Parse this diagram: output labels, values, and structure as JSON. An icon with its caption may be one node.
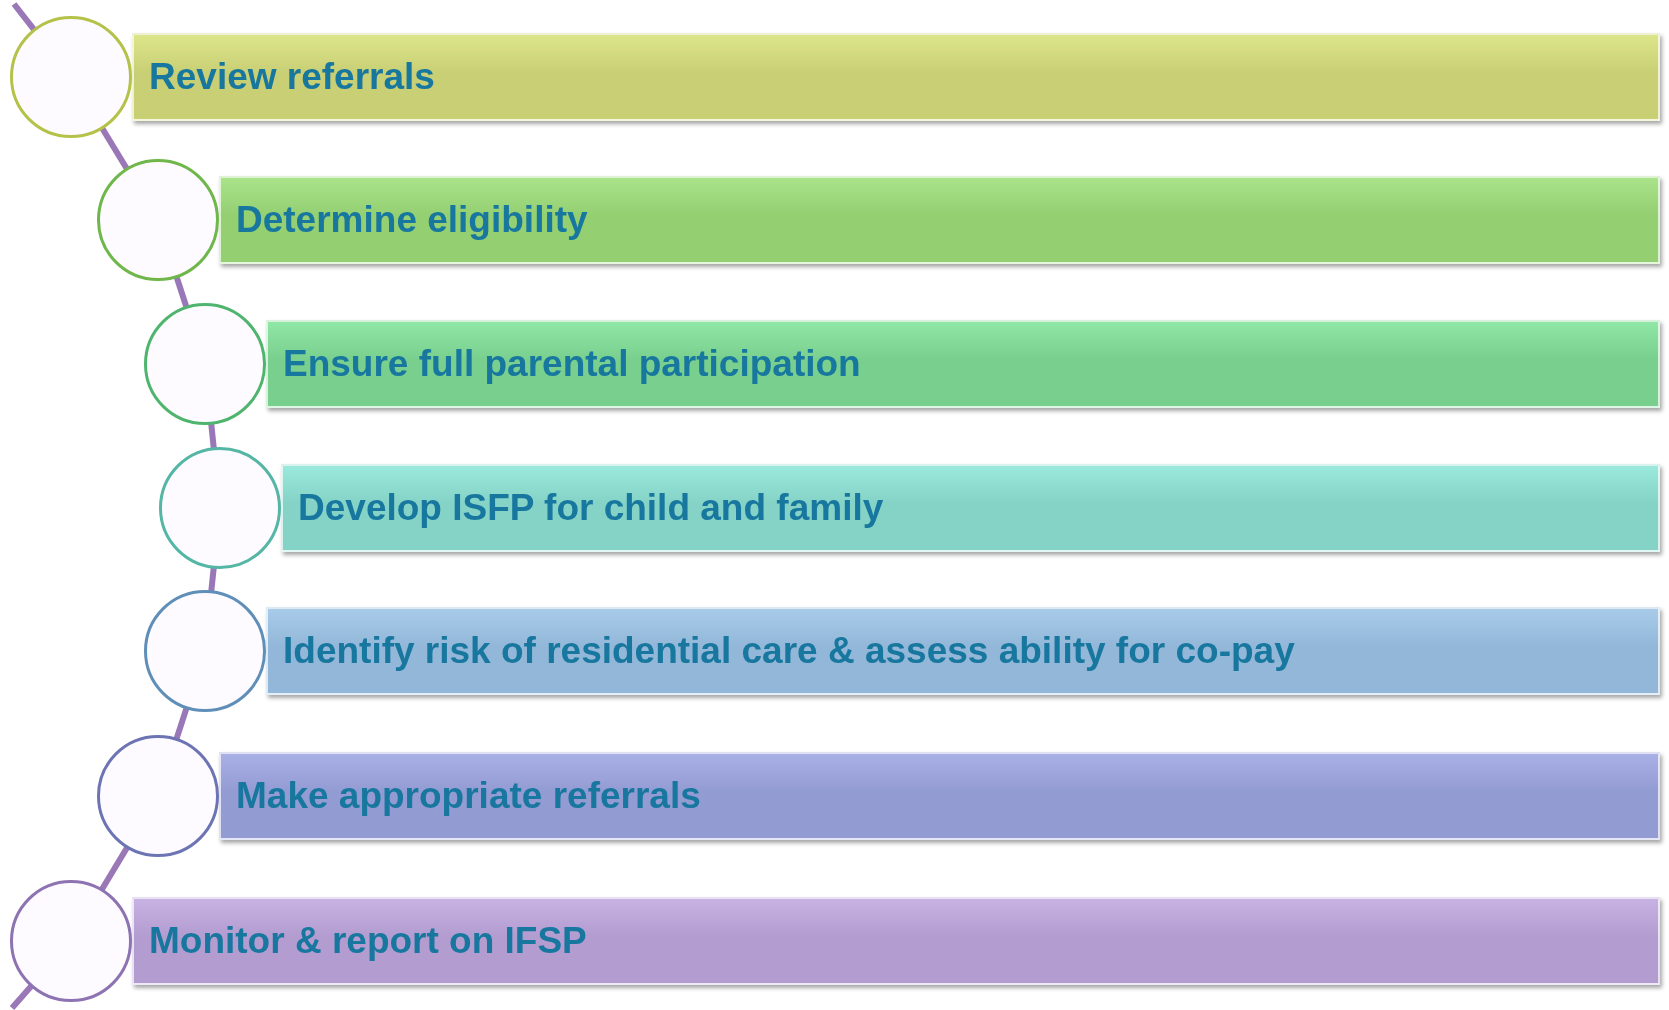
{
  "diagram": {
    "nodes": [
      {
        "text": [],
        "shape": "circle"
      },
      {
        "text": [
          "Review referrals"
        ]
      },
      {
        "text": [],
        "shape": "circle"
      },
      {
        "text": [
          "Determine eligibility"
        ]
      },
      {
        "text": [],
        "shape": "circle"
      },
      {
        "text": [
          "Ensure full parental participation"
        ]
      },
      {
        "text": [],
        "shape": "circle"
      },
      {
        "text": [
          "Develop ISFP for child and family"
        ]
      },
      {
        "text": [],
        "shape": "circle"
      },
      {
        "text": [
          "Identify risk of residential care & assess ability for co-pay"
        ]
      },
      {
        "text": [],
        "shape": "circle"
      },
      {
        "text": [
          "Make appropriate referrals"
        ]
      },
      {
        "text": [],
        "shape": "circle"
      },
      {
        "text": [
          "Monitor & report on IFSP"
        ]
      }
    ],
    "edges": [
      {
        "from": null,
        "to": 0,
        "arrow": "none"
      },
      {
        "from": 0,
        "to": 2,
        "arrow": "none"
      },
      {
        "from": 2,
        "to": 4,
        "arrow": "none"
      },
      {
        "from": 4,
        "to": 6,
        "arrow": "none"
      },
      {
        "from": 6,
        "to": 8,
        "arrow": "none"
      },
      {
        "from": 8,
        "to": 10,
        "arrow": "none"
      },
      {
        "from": 10,
        "to": 12,
        "arrow": "none"
      },
      {
        "from": 12,
        "to": null,
        "arrow": "none"
      }
    ]
  }
}
